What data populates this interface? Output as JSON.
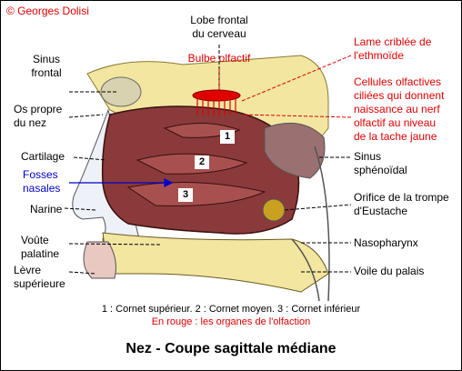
{
  "copyright": "© Georges Dolisi",
  "labels": {
    "lobe_frontal": "Lobe frontal\ndu cerveau",
    "bulbe_olfactif": "Bulbe olfactif",
    "lame_criblee": "Lame criblée de\nl'ethmoïde",
    "cellules_olfactives": "Cellules olfactives\nciliées qui donnent\nnaissance au nerf\nolfactif au niveau\nde la tache jaune",
    "sinus_frontal": "Sinus\nfrontal",
    "os_propre": "Os propre\ndu nez",
    "cartilage": "Cartilage",
    "fosses_nasales": "Fosses\nnasales",
    "narine": "Narine",
    "voute_palatine": "Voûte\npalatine",
    "levre_superieure": "Lèvre\nsupérieure",
    "sinus_sphenoidal": "Sinus\nsphénoïdal",
    "orifice_trompe": "Orifice de la trompe\nd'Eustache",
    "nasopharynx": "Nasopharynx",
    "voile_palais": "Voile du palais"
  },
  "cornet_numbers": [
    "1",
    "2",
    "3"
  ],
  "legend_cornets": "1 : Cornet supérieur.  2 : Cornet moyen.  3 : Cornet inférieur",
  "legend_red": "En rouge : les organes de l'olfaction",
  "title": "Nez - Coupe sagittale médiane",
  "colors": {
    "red_label": "#e00000",
    "blue_label": "#0000cc",
    "bone": "#f2e6a0",
    "tissue": "#8a3a3a",
    "bulb": "#e00000"
  }
}
